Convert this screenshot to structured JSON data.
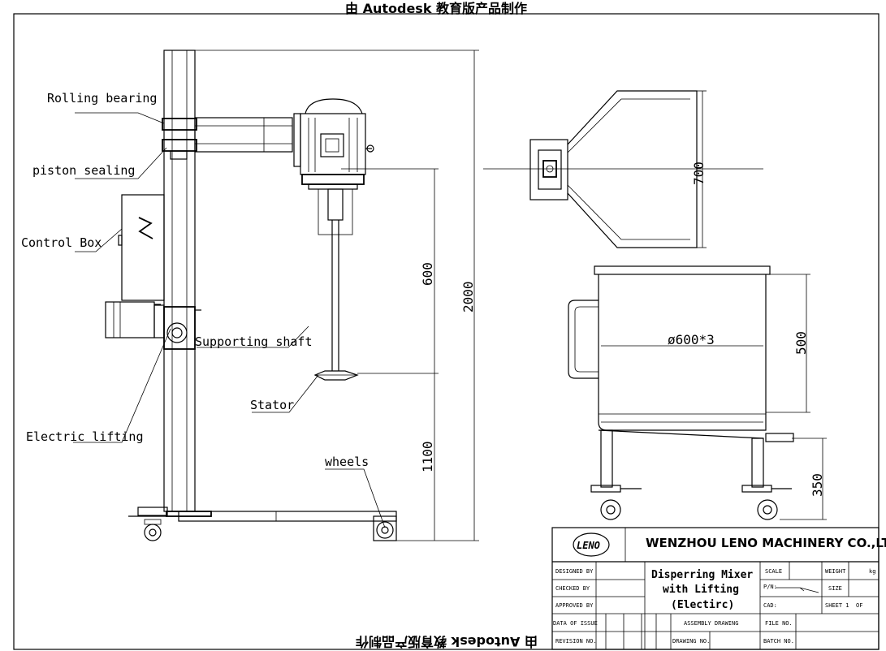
{
  "watermark": {
    "top": "由 Autodesk 教育版产品制作",
    "bottom": "由 Autodesk 教育版产品制作"
  },
  "labels": {
    "rolling_bearing": "Rolling bearing",
    "piston_sealing": "piston sealing",
    "control_box": "Control Box",
    "supporting_shaft": "Supporting shaft",
    "stator": "Stator",
    "electric_lifting": "Electric lifting",
    "wheels": "wheels"
  },
  "dimensions": {
    "d2000": "2000",
    "d600": "600",
    "d1100": "1100",
    "d700": "700",
    "dia": "ø600*3",
    "d500": "500",
    "d350": "350"
  },
  "title_block": {
    "logo": "LENO",
    "company": "WENZHOU LENO MACHINERY CO.,LTD",
    "title_line1": "Disperring Mixer",
    "title_line2": "with Lifting",
    "title_line3": "(Electirc)",
    "designed_by": "DESIGNED BY",
    "checked_by": "CHECKED BY",
    "approved_by": "APPROVED BY",
    "data_of_issue": "DATA OF ISSUE",
    "revision_no": "REVISION NO.",
    "scale": "SCALE",
    "weight": "WEIGHT",
    "kg": "kg",
    "pn": "P/N:",
    "size": "SIZE",
    "sheet": "SHEET 1",
    "of": "OF",
    "cad": "CAD:",
    "assembly_drawing": "ASSEMBLY DRAWING",
    "file_no": "FILE NO.",
    "drawing_no": "DRAWING NO.",
    "batch_no": "BATCH NO."
  }
}
